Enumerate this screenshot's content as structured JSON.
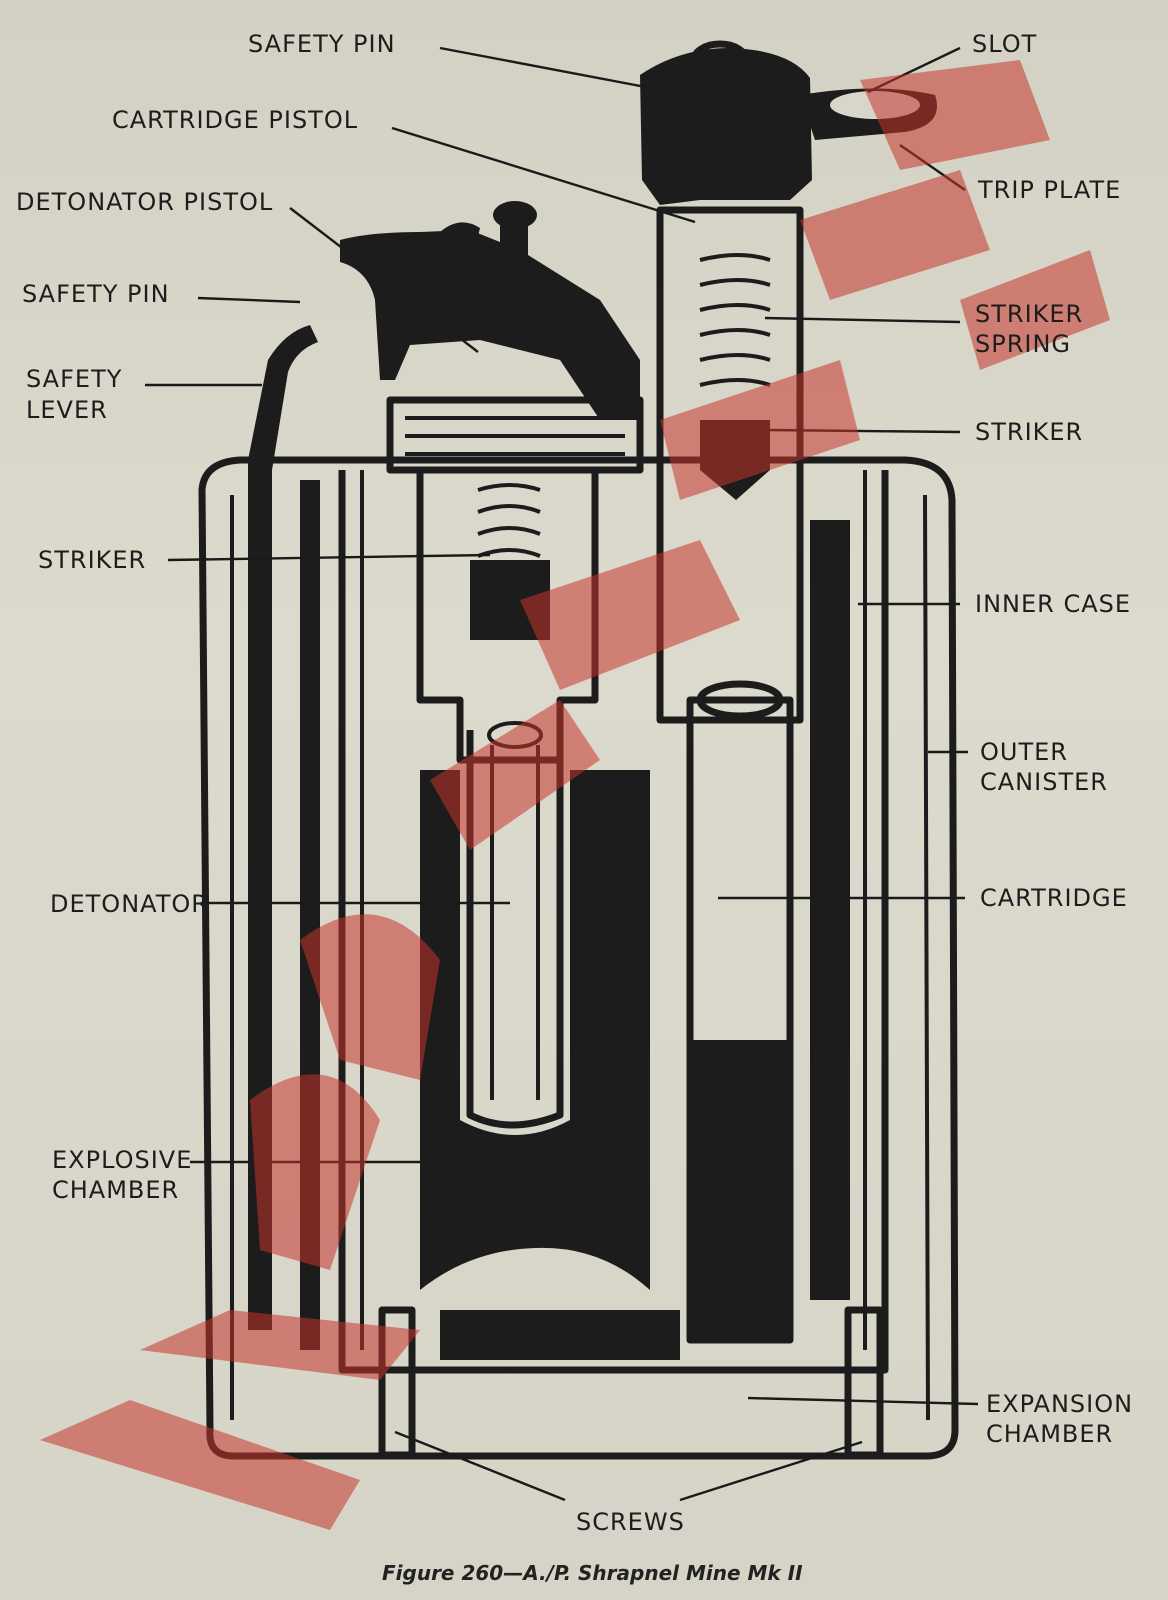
{
  "figure": {
    "caption": "Figure 260—A./P. Shrapnel Mine Mk II"
  },
  "labels": {
    "safety_pin_top": "SAFETY PIN",
    "cartridge_pistol": "CARTRIDGE PISTOL",
    "detonator_pistol": "DETONATOR PISTOL",
    "safety_pin_left": "SAFETY PIN",
    "safety_lever_1": "SAFETY",
    "safety_lever_2": "LEVER",
    "striker_left": "STRIKER",
    "detonator": "DETONATOR",
    "explosive_chamber_1": "EXPLOSIVE",
    "explosive_chamber_2": "CHAMBER",
    "slot": "SLOT",
    "trip_plate": "TRIP PLATE",
    "striker_spring_1": "STRIKER",
    "striker_spring_2": "SPRING",
    "striker_right": "STRIKER",
    "inner_case": "INNER CASE",
    "outer_canister_1": "OUTER",
    "outer_canister_2": "CANISTER",
    "cartridge": "CARTRIDGE",
    "expansion_chamber_1": "EXPANSION",
    "expansion_chamber_2": "CHAMBER",
    "screws": "SCREWS"
  },
  "colors": {
    "ink": "#1c1c1c",
    "paper": "#d8d6c9",
    "watermark": "#c5352b"
  }
}
